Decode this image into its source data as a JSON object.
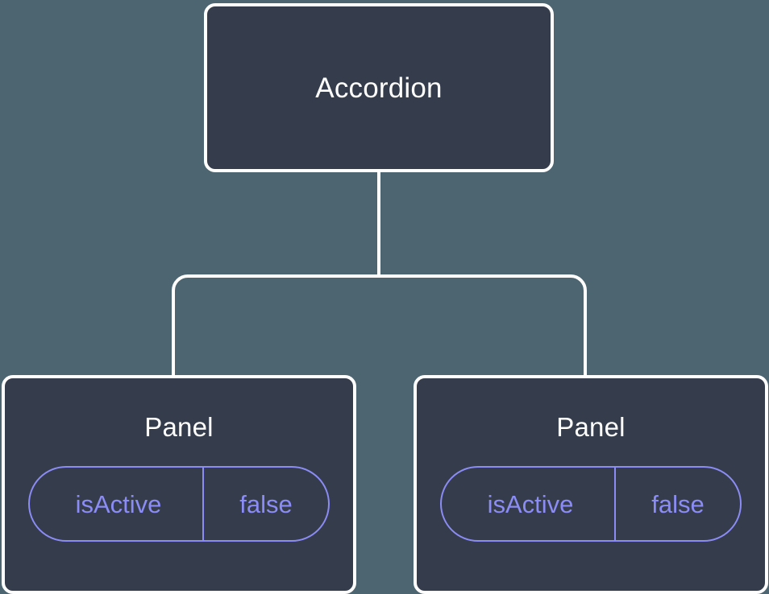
{
  "diagram": {
    "type": "component-tree",
    "background_color": "#4c6570",
    "node_fill_color": "#353c4b",
    "node_border_color": "#ffffff",
    "edge_color": "#ffffff",
    "title_text_color": "#ffffff",
    "prop_accent_color": "#8b8cf5",
    "root": {
      "label": "Accordion"
    },
    "children": [
      {
        "label": "Panel",
        "prop": {
          "key": "isActive",
          "value": "false"
        }
      },
      {
        "label": "Panel",
        "prop": {
          "key": "isActive",
          "value": "false"
        }
      }
    ],
    "edges": [
      {
        "from": "Accordion",
        "to": "Panel"
      },
      {
        "from": "Accordion",
        "to": "Panel"
      }
    ]
  }
}
